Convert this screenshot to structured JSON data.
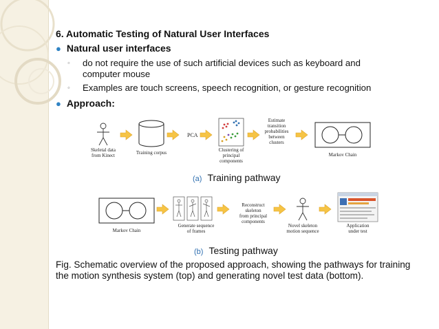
{
  "slide": {
    "heading": "6.  Automatic Testing of Natural User Interfaces",
    "bullet1": "Natural user interfaces",
    "sub1_line1": "do not require the use of such artificial devices such as keyboard and",
    "sub1_line2": "computer mouse",
    "sub2": "Examples are touch screens, speech recognition, or gesture recognition",
    "bullet2": "Approach:",
    "caption_a_label": "(a)",
    "caption_a_text": "Training pathway",
    "caption_b_label": "(b)",
    "caption_b_text": "Testing pathway",
    "figure_caption": "Fig. Schematic overview of the proposed approach, showing the pathways for training the motion synthesis system (top) and generating novel test data (bottom)."
  },
  "diagram": {
    "training": {
      "skeletal_l1": "Skeletal data",
      "skeletal_l2": "from Kinect",
      "corpus": "Training corpus",
      "pca": "PCA",
      "cluster_l1": "Clustering of",
      "cluster_l2": "principal",
      "cluster_l3": "components",
      "estimate_l1": "Estimate",
      "estimate_l2": "transition",
      "estimate_l3": "probabilities",
      "estimate_l4": "between",
      "estimate_l5": "clusters",
      "markov": "Markov Chain"
    },
    "testing": {
      "markov": "Markov Chain",
      "generate_l1": "Generate sequence",
      "generate_l2": "of frames",
      "recon_l1": "Reconstruct",
      "recon_l2": "skeleton",
      "recon_l3": "from principal",
      "recon_l4": "components",
      "novel_l1": "Novel skeleton",
      "novel_l2": "motion sequence",
      "app_l1": "Application",
      "app_l2": "under test"
    }
  },
  "colors": {
    "bullet": "#2f83c4",
    "arrow": "#f6c445",
    "sidebar": "#f6f1e3"
  }
}
